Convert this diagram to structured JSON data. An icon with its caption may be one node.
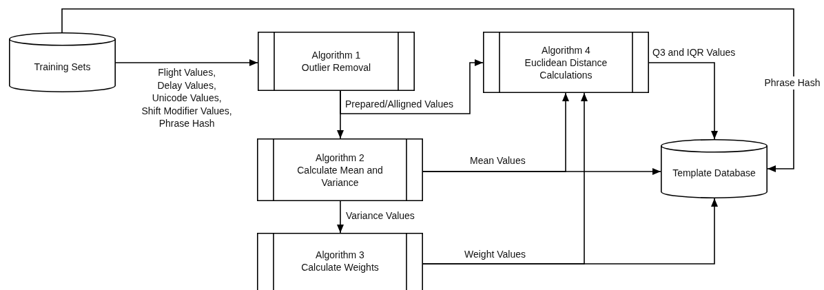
{
  "diagram": {
    "nodes": [
      {
        "text": [
          "Training Sets"
        ]
      },
      {
        "text": [
          "Algorithm 1",
          "Outlier Removal"
        ]
      },
      {
        "text": [
          "Algorithm 4",
          "Euclidean Distance Calculations"
        ]
      },
      {
        "text": [
          "Algorithm 2",
          "Calculate Mean and Variance"
        ]
      },
      {
        "text": [
          "Template Database"
        ]
      },
      {
        "text": [
          "Algorithm 3",
          "Calculate Weights"
        ]
      }
    ],
    "edges": [
      {
        "from": 0,
        "to": 1,
        "arrow": "to",
        "label": "Flight Values, Delay Values, Unicode Values, Shift Modifier Values, Phrase Hash"
      },
      {
        "from": 0,
        "to": 4,
        "arrow": "to",
        "label": "Phrase Hash"
      },
      {
        "from": 1,
        "to": 3,
        "arrow": "to"
      },
      {
        "from": 1,
        "to": 2,
        "arrow": "to",
        "label": "Prepared/Alligned Values"
      },
      {
        "from": 2,
        "to": 4,
        "arrow": "to",
        "label": "Q3 and IQR Values"
      },
      {
        "from": 3,
        "to": 4,
        "arrow": "to",
        "label": "Mean Values"
      },
      {
        "from": 3,
        "to": 2,
        "arrow": "to"
      },
      {
        "from": 3,
        "to": 5,
        "arrow": "to",
        "label": "Variance Values"
      },
      {
        "from": 5,
        "to": 4,
        "arrow": "to",
        "label": "Weight Values"
      },
      {
        "from": 5,
        "to": 2,
        "arrow": "to"
      }
    ]
  }
}
